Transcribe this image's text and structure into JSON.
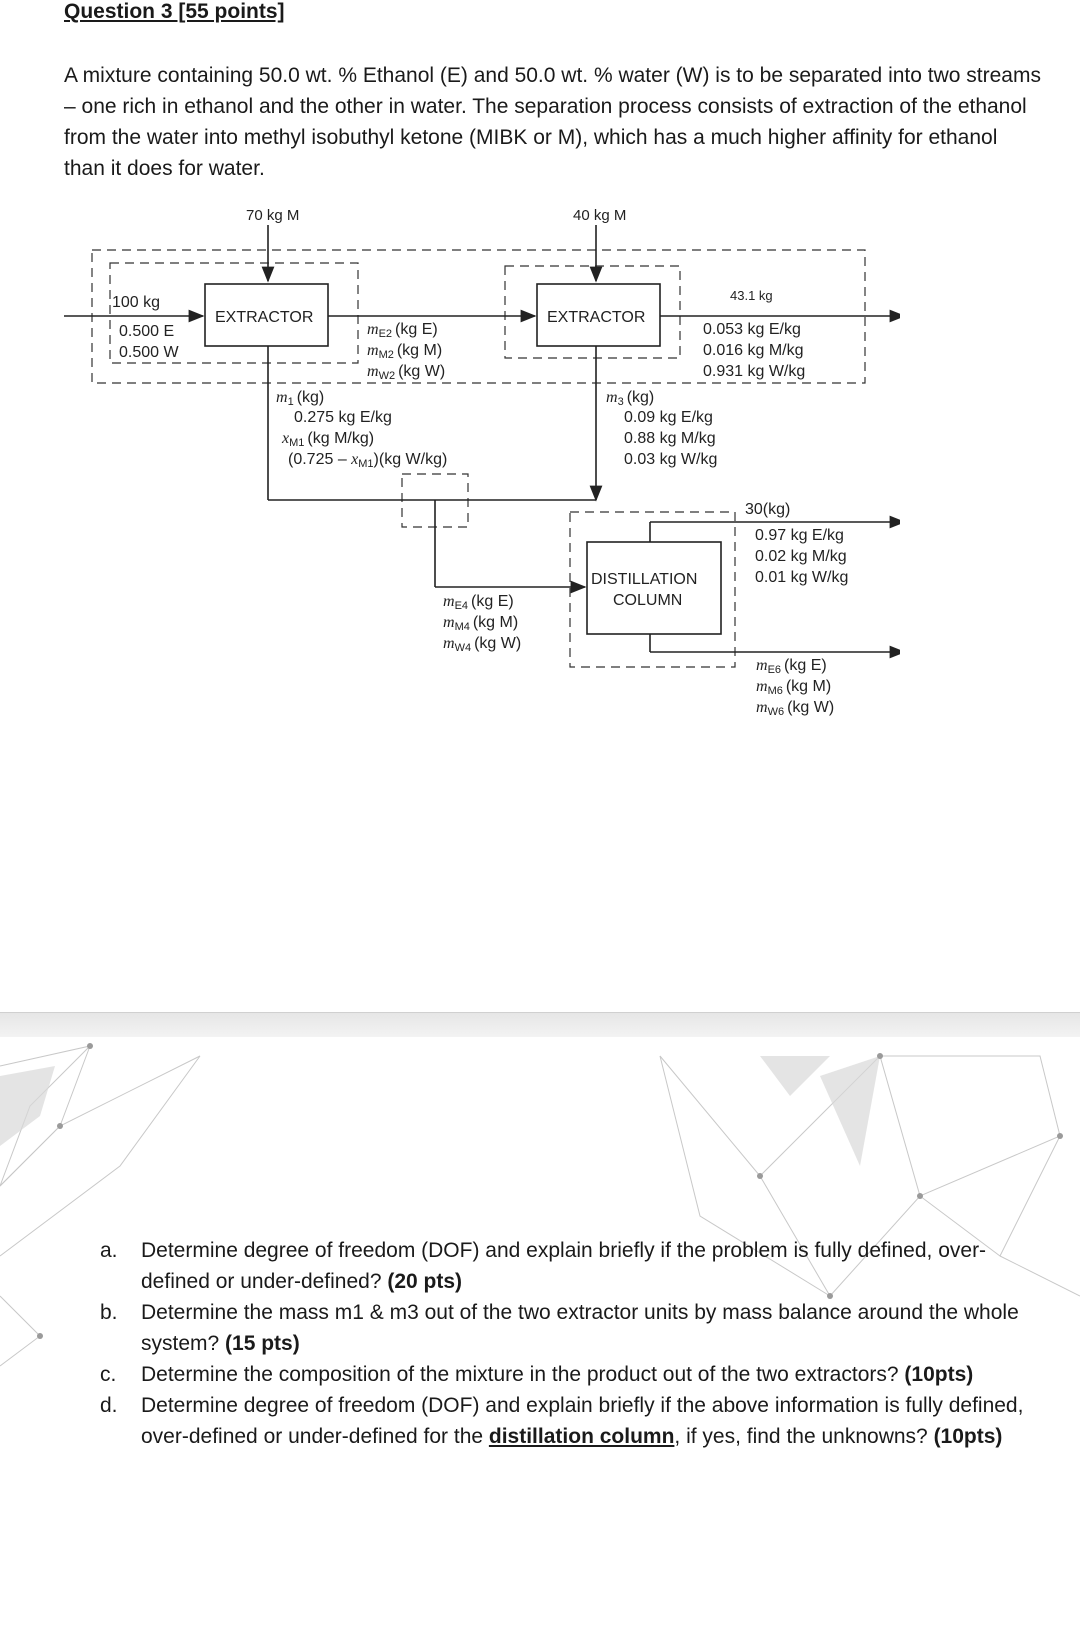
{
  "title": "Question 3 [55 points]",
  "intro": "A mixture containing 50.0 wt. % Ethanol (E) and 50.0 wt. % water (W) is to be separated into two streams – one rich in ethanol and the other in water. The separation process consists of extraction of the ethanol from the water into methyl isobuthyl ketone (MIBK or M), which has a much higher affinity for ethanol than it does for water.",
  "diagram": {
    "solvent1": "70 kg M",
    "solvent2": "40 kg M",
    "extractor_label": "EXTRACTOR",
    "feed": {
      "mass": "100 kg",
      "e": "0.500 E",
      "w": "0.500 W"
    },
    "stream2": {
      "e": "m",
      "e_sub": "E2",
      "e_unit": "(kg E)",
      "m": "m",
      "m_sub": "M2",
      "m_unit": "(kg M)",
      "w": "m",
      "w_sub": "W2",
      "w_unit": "(kg W)"
    },
    "product": {
      "mass": "43.1 kg",
      "e": "0.053 kg E/kg",
      "m": "0.016 kg M/kg",
      "w": "0.931 kg W/kg"
    },
    "stream1": {
      "mass_sym": "m",
      "mass_sub": "1",
      "mass_unit": "(kg)",
      "e": "0.275 kg E/kg",
      "xm_sym": "x",
      "xm_sub": "M1",
      "xm_unit": "(kg M/kg)",
      "w_pre": "(0.725 – ",
      "w_sym": "x",
      "w_sub": "M1",
      "w_post": ")(kg W/kg)"
    },
    "stream3": {
      "mass_sym": "m",
      "mass_sub": "3",
      "mass_unit": "(kg)",
      "e": "0.09 kg E/kg",
      "m": "0.88 kg M/kg",
      "w": "0.03 kg W/kg"
    },
    "stream4": {
      "e": "m",
      "e_sub": "E4",
      "e_unit": "(kg E)",
      "m": "m",
      "m_sub": "M4",
      "m_unit": "(kg M)",
      "w": "m",
      "w_sub": "W4",
      "w_unit": "(kg W)"
    },
    "distillation_line1": "DISTILLATION",
    "distillation_line2": "COLUMN",
    "stream5": {
      "mass": "30(kg)",
      "e": "0.97 kg E/kg",
      "m": "0.02 kg M/kg",
      "w": "0.01 kg W/kg"
    },
    "stream6": {
      "e": "m",
      "e_sub": "E6",
      "e_unit": "(kg E)",
      "m": "m",
      "m_sub": "M6",
      "m_unit": "(kg M)",
      "w": "m",
      "w_sub": "W6",
      "w_unit": "(kg W)"
    }
  },
  "questions": [
    {
      "label": "a.",
      "text": "Determine degree of freedom (DOF) and explain briefly if the problem is fully defined, over-defined or under-defined? ",
      "points": "(20 pts)"
    },
    {
      "label": "b.",
      "text": "Determine the mass m1 & m3 out of the two extractor units by mass balance around the whole system? ",
      "points": "(15 pts)"
    },
    {
      "label": "c.",
      "text": "Determine the composition of the mixture in the product out of the two extractors? ",
      "points": "(10pts)"
    },
    {
      "label": "d.",
      "text_before": "Determine degree of freedom (DOF) and explain briefly if the above information is fully defined, over-defined or under-defined for the ",
      "underlined": "distillation column",
      "text_after": ", if yes, find the unknowns? ",
      "points": "(10pts)"
    }
  ]
}
